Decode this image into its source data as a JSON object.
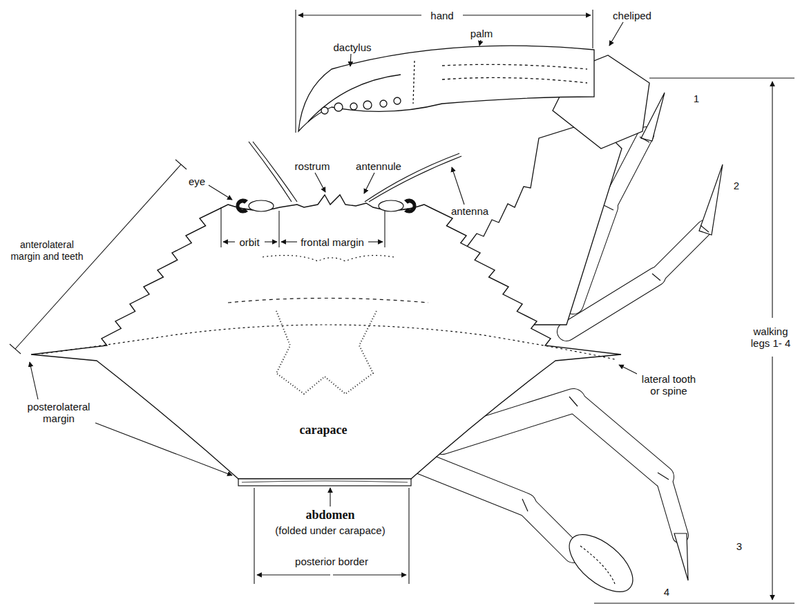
{
  "diagram": {
    "labels": [
      "hand",
      "palm",
      "dactylus",
      "cheliped",
      "1",
      "2",
      "walking legs 1- 4",
      "eye",
      "rostrum",
      "antennule",
      "antenna",
      "anterolateral margin and teeth",
      "orbit",
      "frontal margin",
      "posterolateral margin",
      "carapace",
      "lateral tooth or spine",
      "abdomen",
      "(folded under carapace)",
      "posterior border",
      "3",
      "4"
    ]
  }
}
